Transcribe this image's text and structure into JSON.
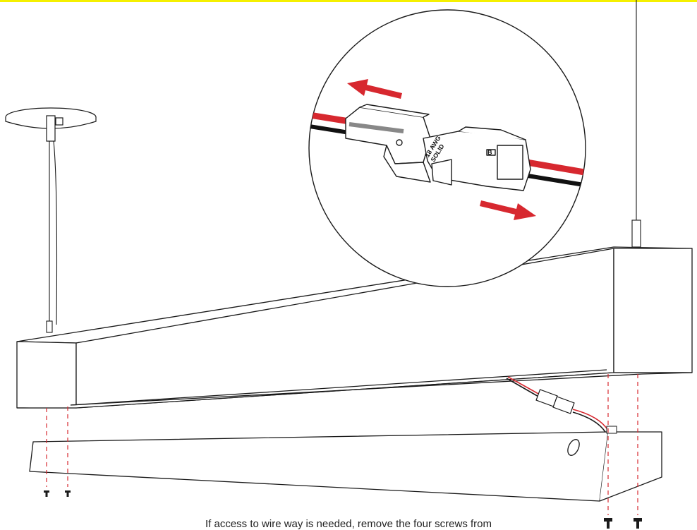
{
  "caption": "If access to wire way is needed, remove the four screws from",
  "connector": {
    "gauge_label": "18 AWG",
    "type_label": "SOLID",
    "marking_b": "B"
  },
  "colors": {
    "accent_bar": "#f5f000",
    "live_wire": "#d7282f",
    "neutral_wire": "#111111",
    "arrow": "#d7282f",
    "guide_line": "#d7282f",
    "outline": "#1a1a1a"
  },
  "icons": [
    "ceiling-canopy-icon",
    "aircraft-cable-icon",
    "quick-connector-icon",
    "screw-icon"
  ]
}
